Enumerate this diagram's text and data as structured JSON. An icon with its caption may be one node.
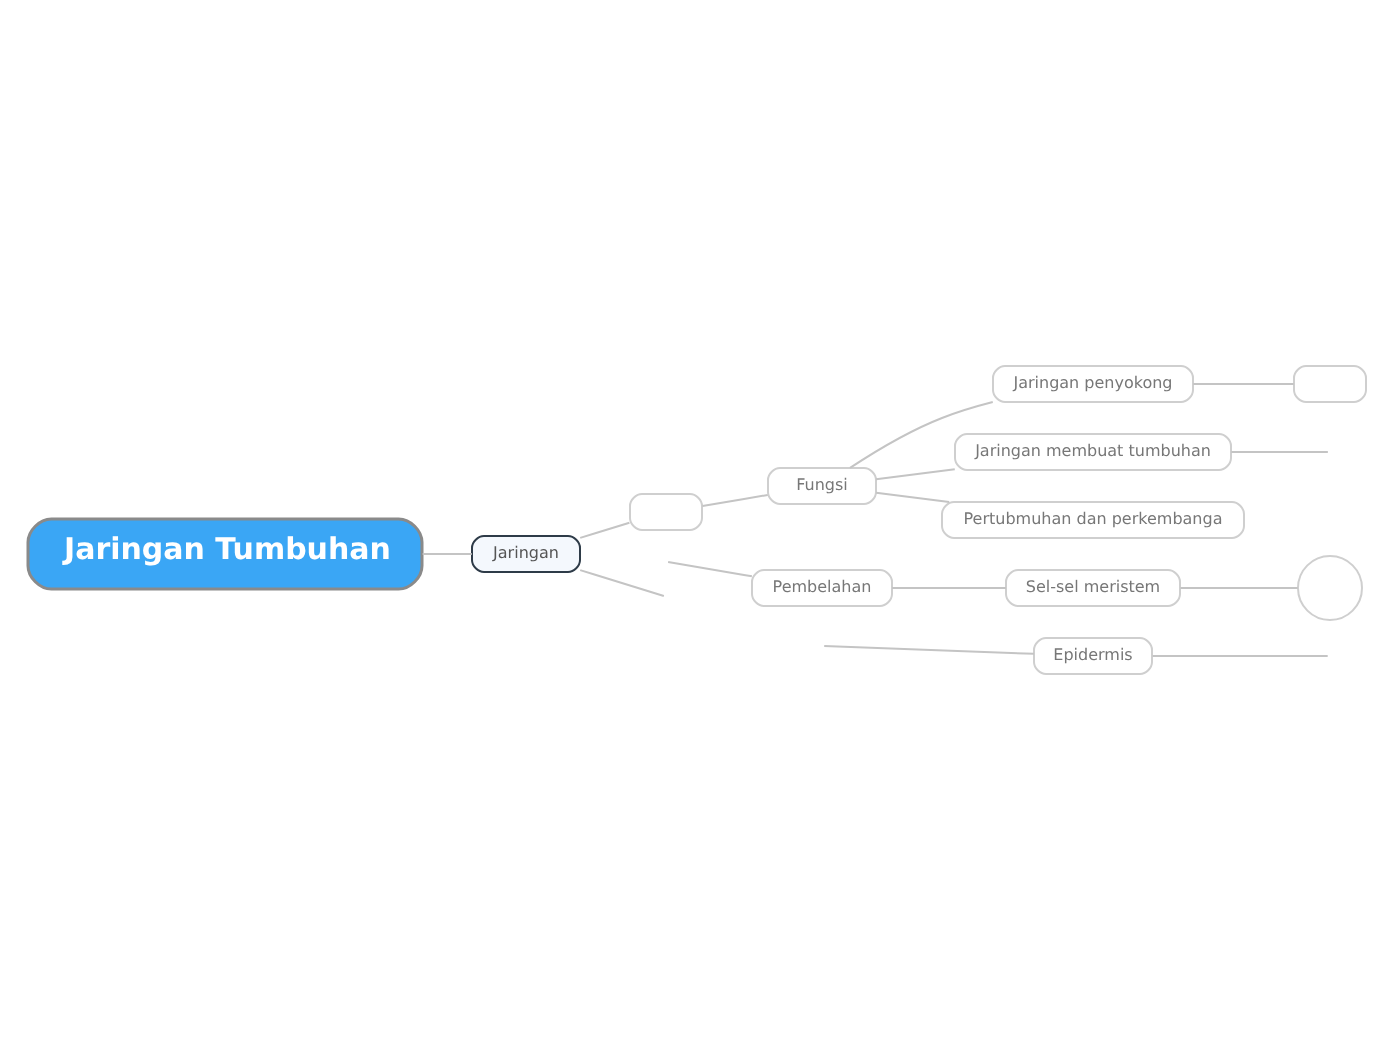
{
  "diagram": {
    "nodes": [
      {
        "text": [
          "Jaringan Tumbuhan"
        ]
      },
      {
        "text": [
          "Jaringan"
        ]
      },
      {
        "text": [],
        "shape": "box"
      },
      {
        "text": [
          "Fungsi"
        ]
      },
      {
        "text": [
          "Jaringan penyokong"
        ]
      },
      {
        "text": [],
        "shape": "box"
      },
      {
        "text": [
          "Jaringan membuat tumbuhan"
        ]
      },
      {
        "text": [
          "Pertubmuhan dan perkembanga"
        ]
      },
      {
        "text": [
          "Pembelahan"
        ]
      },
      {
        "text": [
          "Sel-sel meristem"
        ]
      },
      {
        "text": [],
        "shape": "circle"
      },
      {
        "text": [
          "Epidermis"
        ]
      }
    ],
    "edges": [
      {
        "from": 0,
        "to": 1,
        "arrow": "none"
      },
      {
        "from": 1,
        "to": 2,
        "arrow": "none"
      },
      {
        "from": 1,
        "to": null,
        "arrow": "none"
      },
      {
        "from": 2,
        "to": 3,
        "arrow": "none"
      },
      {
        "from": 3,
        "to": 4,
        "arrow": "none"
      },
      {
        "from": 3,
        "to": 6,
        "arrow": "none"
      },
      {
        "from": 3,
        "to": 7,
        "arrow": "none"
      },
      {
        "from": 4,
        "to": 5,
        "arrow": "none"
      },
      {
        "from": 6,
        "to": null,
        "arrow": "none"
      },
      {
        "from": null,
        "to": 8,
        "arrow": "none"
      },
      {
        "from": 8,
        "to": 9,
        "arrow": "none"
      },
      {
        "from": 9,
        "to": 10,
        "arrow": "none"
      },
      {
        "from": null,
        "to": 11,
        "arrow": "none"
      },
      {
        "from": 11,
        "to": null,
        "arrow": "none"
      }
    ]
  }
}
